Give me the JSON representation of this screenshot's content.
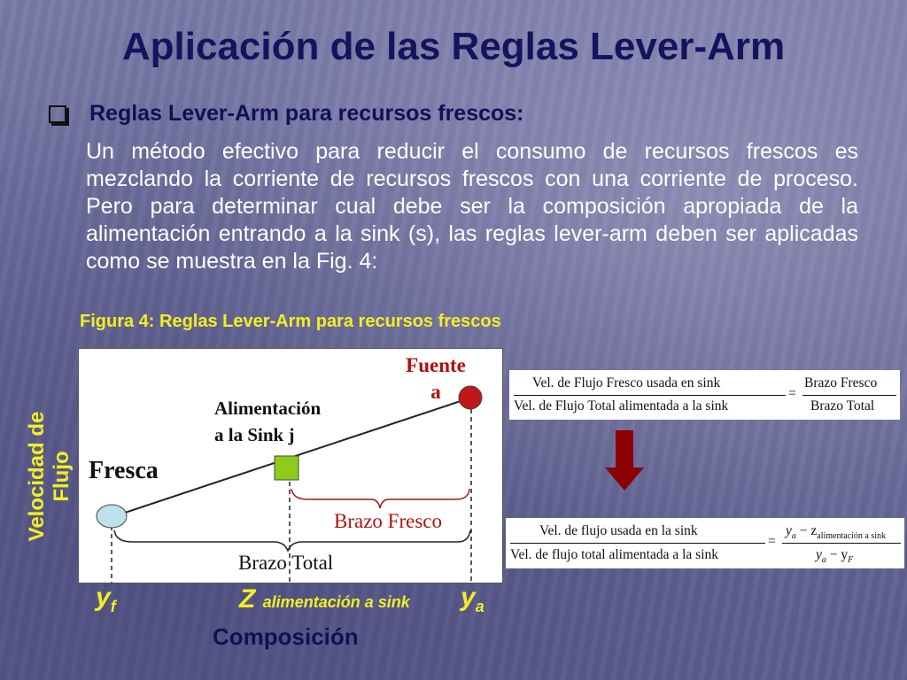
{
  "slide": {
    "title": "Aplicación de las Reglas Lever-Arm",
    "bullet_heading": "Reglas Lever-Arm para recursos frescos:",
    "paragraph": "Un método efectivo para reducir el consumo de recursos frescos es mezclando la corriente de recursos frescos con una corriente de proceso. Pero para determinar cual debe ser la composición apropiada de la alimentación entrando a la sink (s), las reglas lever-arm deben ser aplicadas como se muestra en la Fig. 4:",
    "figure_caption": "Figura 4: Reglas Lever-Arm para recursos frescos"
  },
  "figure": {
    "source_label_line1": "Fuente",
    "source_label_line2": "a",
    "feed_label_line1": "Alimentación",
    "feed_label_line2": "a la Sink j",
    "fresh_label": "Fresca",
    "fresh_arm_label": "Brazo Fresco",
    "total_arm_label": "Brazo Total",
    "y_axis_line1": "Velocidad de",
    "y_axis_line2": "Flujo",
    "x_axis_label": "Composición",
    "tick_yf": "y",
    "tick_yf_sub": "f",
    "tick_z": "Z",
    "tick_z_sub": "alimentación a sink",
    "tick_ya": "y",
    "tick_ya_sub": "a",
    "colors": {
      "fresh_point": "#bfe0ea",
      "feed_point": "#8fcc1a",
      "source_point": "#c01818",
      "arrow": "#8b0000"
    }
  },
  "equation1": {
    "numerator": "Vel. de Flujo Fresco usada en sink",
    "denominator": "Vel. de Flujo Total alimentada a la sink",
    "equals": "=",
    "rhs_numerator": "Brazo Fresco",
    "rhs_denominator": "Brazo Total"
  },
  "equation2": {
    "numerator": "Vel. de flujo usada en la sink",
    "denominator": "Vel. de flujo total alimentada a la sink",
    "equals": "=",
    "rhs_numerator": "y",
    "rhs_numerator_sub": "a",
    "rhs_numerator_minus": " − z",
    "rhs_numerator_sub2": "alimentación a sink",
    "rhs_denominator": "y",
    "rhs_denominator_sub": "a",
    "rhs_denominator_minus": " − y",
    "rhs_denominator_sub2": "F"
  }
}
